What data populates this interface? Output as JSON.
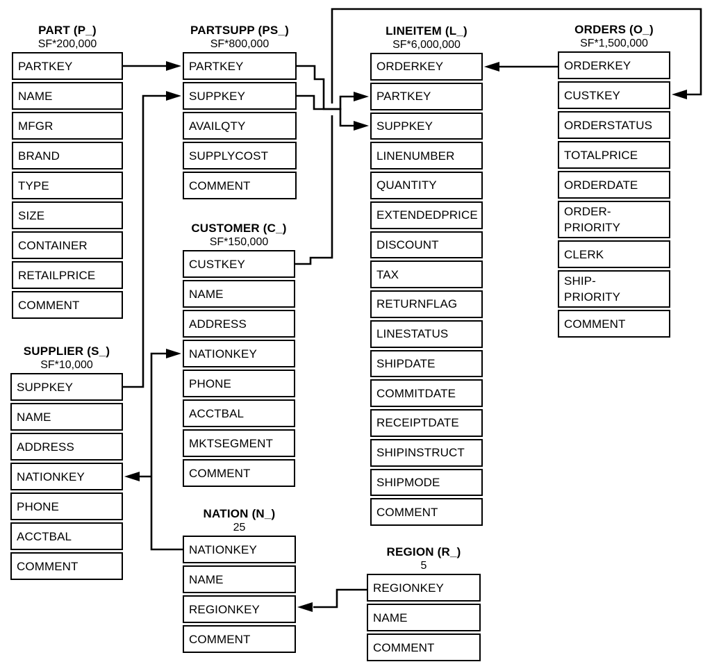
{
  "diagram": {
    "kind": "database-schema",
    "tables": [
      {
        "id": "PART",
        "title": "PART (P_)",
        "cardinality": "SF*200,000",
        "columns": [
          "PARTKEY",
          "NAME",
          "MFGR",
          "BRAND",
          "TYPE",
          "SIZE",
          "CONTAINER",
          "RETAILPRICE",
          "COMMENT"
        ]
      },
      {
        "id": "PARTSUPP",
        "title": "PARTSUPP (PS_)",
        "cardinality": "SF*800,000",
        "columns": [
          "PARTKEY",
          "SUPPKEY",
          "AVAILQTY",
          "SUPPLYCOST",
          "COMMENT"
        ]
      },
      {
        "id": "LINEITEM",
        "title": "LINEITEM (L_)",
        "cardinality": "SF*6,000,000",
        "columns": [
          "ORDERKEY",
          "PARTKEY",
          "SUPPKEY",
          "LINENUMBER",
          "QUANTITY",
          "EXTENDEDPRICE",
          "DISCOUNT",
          "TAX",
          "RETURNFLAG",
          "LINESTATUS",
          "SHIPDATE",
          "COMMITDATE",
          "RECEIPTDATE",
          "SHIPINSTRUCT",
          "SHIPMODE",
          "COMMENT"
        ]
      },
      {
        "id": "ORDERS",
        "title": "ORDERS (O_)",
        "cardinality": "SF*1,500,000",
        "columns": [
          "ORDERKEY",
          "CUSTKEY",
          "ORDERSTATUS",
          "TOTALPRICE",
          "ORDERDATE",
          "ORDER-\nPRIORITY",
          "CLERK",
          "SHIP-\nPRIORITY",
          "COMMENT"
        ]
      },
      {
        "id": "CUSTOMER",
        "title": "CUSTOMER (C_)",
        "cardinality": "SF*150,000",
        "columns": [
          "CUSTKEY",
          "NAME",
          "ADDRESS",
          "NATIONKEY",
          "PHONE",
          "ACCTBAL",
          "MKTSEGMENT",
          "COMMENT"
        ]
      },
      {
        "id": "SUPPLIER",
        "title": "SUPPLIER (S_)",
        "cardinality": "SF*10,000",
        "columns": [
          "SUPPKEY",
          "NAME",
          "ADDRESS",
          "NATIONKEY",
          "PHONE",
          "ACCTBAL",
          "COMMENT"
        ]
      },
      {
        "id": "NATION",
        "title": "NATION (N_)",
        "cardinality": "25",
        "columns": [
          "NATIONKEY",
          "NAME",
          "REGIONKEY",
          "COMMENT"
        ]
      },
      {
        "id": "REGION",
        "title": "REGION (R_)",
        "cardinality": "5",
        "columns": [
          "REGIONKEY",
          "NAME",
          "COMMENT"
        ]
      }
    ],
    "relationships": [
      {
        "from": "PART.PARTKEY",
        "arrow_points_to": "PARTSUPP.PARTKEY"
      },
      {
        "from": "SUPPLIER.SUPPKEY",
        "arrow_points_to": "PARTSUPP.SUPPKEY"
      },
      {
        "from": "PARTSUPP.PARTKEY",
        "arrow_points_to": "LINEITEM.PARTKEY"
      },
      {
        "from": "PARTSUPP.SUPPKEY",
        "arrow_points_to": "LINEITEM.SUPPKEY"
      },
      {
        "from": "ORDERS.ORDERKEY",
        "arrow_points_to": "LINEITEM.ORDERKEY"
      },
      {
        "from": "CUSTOMER.CUSTKEY",
        "arrow_points_to": "ORDERS.CUSTKEY"
      },
      {
        "from": "NATION.NATIONKEY",
        "arrow_points_to": "CUSTOMER.NATIONKEY"
      },
      {
        "from": "NATION.NATIONKEY",
        "arrow_points_to": "SUPPLIER.NATIONKEY"
      },
      {
        "from": "REGION.REGIONKEY",
        "arrow_points_to": "NATION.REGIONKEY"
      }
    ],
    "colors": {
      "line": "#000000",
      "background": "#ffffff",
      "text": "#000000"
    }
  }
}
